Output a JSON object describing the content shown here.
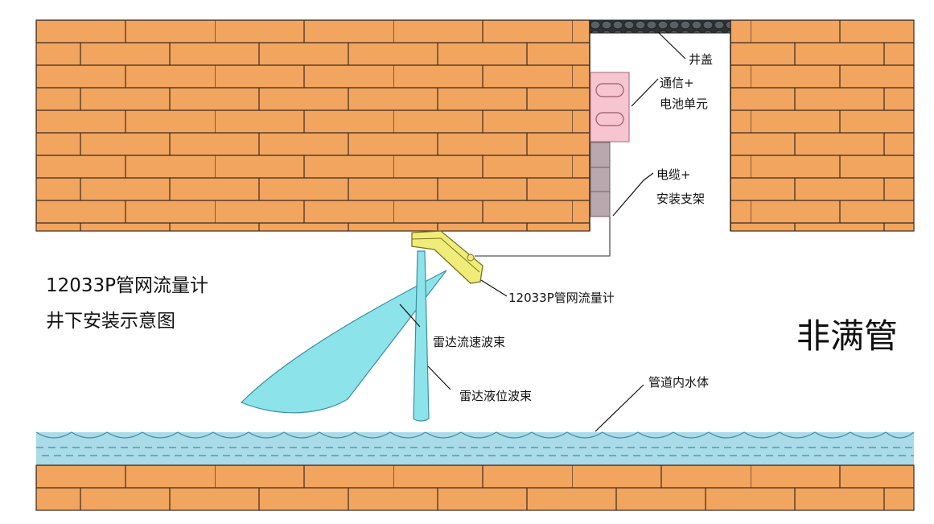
{
  "title": {
    "line1": "12033P管网流量计",
    "line2": "井下安装示意图"
  },
  "pipe_state_label": "非满管",
  "callouts": {
    "manhole_cover": "井盖",
    "comm_unit_line1": "通信+",
    "comm_unit_line2": "电池单元",
    "cable_line1": "电缆+",
    "cable_line2": "安装支架",
    "meter": "12033P管网流量计",
    "velocity_beam": "雷达流速波束",
    "level_beam": "雷达液位波束",
    "water_body": "管道内水体"
  },
  "colors": {
    "brick": "#f2a55e",
    "mortar": "#3a2a20",
    "water": "#a9dbe8",
    "water_line": "#5aa9c4",
    "beam": "#8ce3ea",
    "sensor": "#f0ec7a",
    "comm_box": "#f6c5d0",
    "cover": "#454a4c",
    "bracket": "#b9a8ae"
  }
}
